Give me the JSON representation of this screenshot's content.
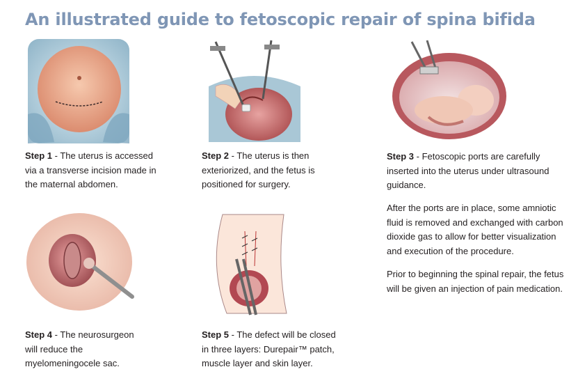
{
  "title": "An illustrated guide to fetoscopic repair of spina bifida",
  "steps": [
    {
      "label": "Step 1",
      "text": " - The uterus is accessed via a transverse incision made in the maternal abdomen."
    },
    {
      "label": "Step 2",
      "text": " - The uterus is then exteriorized, and the fetus is positioned for surgery."
    },
    {
      "label": "Step 3",
      "text": " - Fetoscopic ports are carefully inserted into the uterus under ultrasound guidance."
    },
    {
      "label": "Step 4",
      "text": " - The neurosurgeon will reduce the myelomeningocele sac."
    },
    {
      "label": "Step 5",
      "text": " - The defect will be closed in three layers: Durepair™ patch, muscle layer and skin layer."
    }
  ],
  "step3_paragraphs": [
    "After the ports are in place, some amniotic fluid is removed and exchanged with carbon dioxide gas to allow for better visualization and execution of the procedure.",
    "Prior to beginning the spinal repair, the fetus will be given an injection of pain medication."
  ],
  "colors": {
    "title": "#7f96b5",
    "skin": "#f0c0a8",
    "uterus": "#c86a62",
    "drape": "#a9c7d6"
  }
}
